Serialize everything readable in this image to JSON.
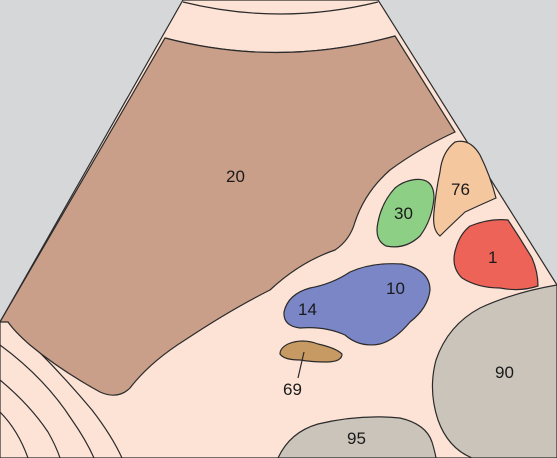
{
  "colors": {
    "background": "#d6d7d9",
    "sector": "#fde3d6",
    "liver": "#c99f89",
    "gallbladder": "#8ecf86",
    "structure_76": "#f5c79f",
    "kidney_1": "#ee6358",
    "structure_10_14": "#7a86c6",
    "structure_69": "#c79a63",
    "gray_structures": "#cbc4bb",
    "outline": "#2b2b2b"
  },
  "labels": {
    "l20": "20",
    "l30": "30",
    "l76": "76",
    "l1": "1",
    "l10": "10",
    "l14": "14",
    "l69": "69",
    "l90": "90",
    "l95": "95"
  }
}
